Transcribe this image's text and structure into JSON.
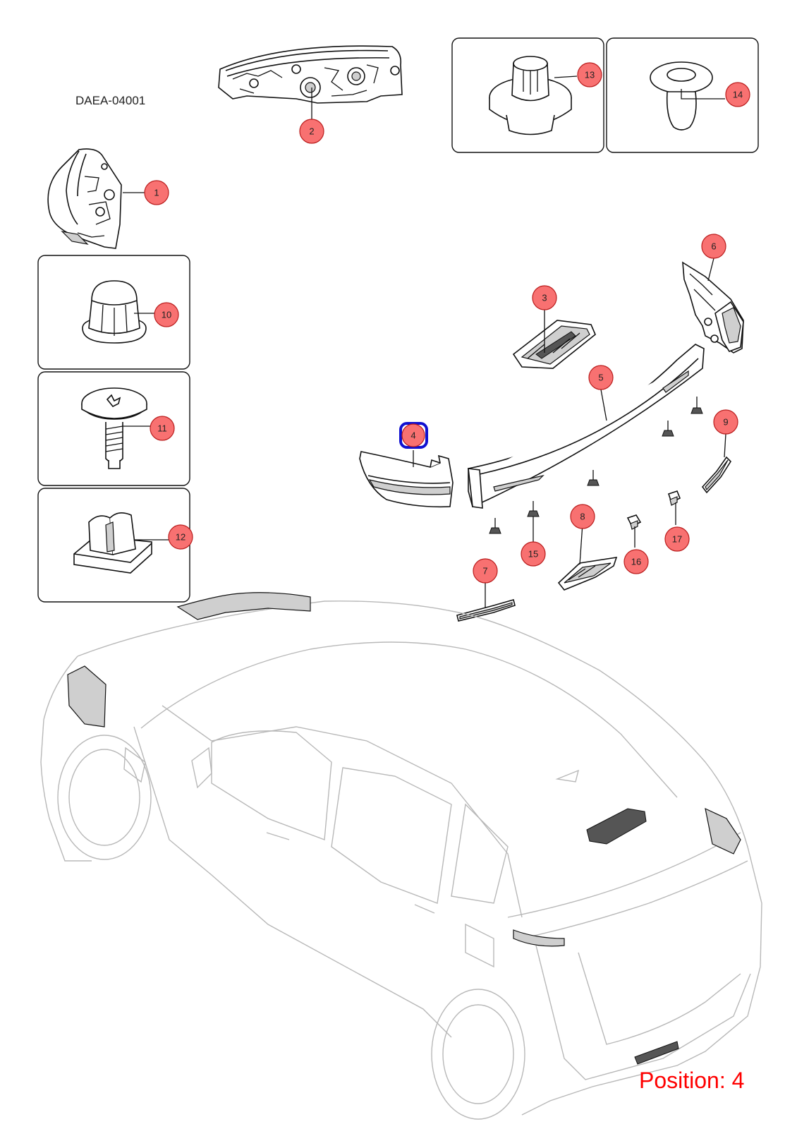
{
  "diagram_code": "DAEA-04001",
  "position_label": "Position: 4",
  "colors": {
    "callout_fill": "#f87171",
    "callout_stroke": "#b91c1c",
    "selected_highlight": "#1010d0",
    "position_text": "#ff0000",
    "car_outline": "#b8b8b8"
  },
  "selected_callout": "4",
  "callouts": [
    {
      "id": "1",
      "label": "1",
      "part": "headlamp-left"
    },
    {
      "id": "2",
      "label": "2",
      "part": "headlamp-assembly"
    },
    {
      "id": "3",
      "label": "3",
      "part": "license-lamp-upper"
    },
    {
      "id": "4",
      "label": "4",
      "part": "rear-combination-lamp-outer"
    },
    {
      "id": "5",
      "label": "5",
      "part": "rear-lamp-garnish"
    },
    {
      "id": "6",
      "label": "6",
      "part": "rear-combination-lamp-right"
    },
    {
      "id": "7",
      "label": "7",
      "part": "side-reflector-left"
    },
    {
      "id": "8",
      "label": "8",
      "part": "license-lamp-lower"
    },
    {
      "id": "9",
      "label": "9",
      "part": "side-reflector-right"
    },
    {
      "id": "10",
      "label": "10",
      "part": "cap-nut"
    },
    {
      "id": "11",
      "label": "11",
      "part": "torx-screw"
    },
    {
      "id": "12",
      "label": "12",
      "part": "clip-nut"
    },
    {
      "id": "13",
      "label": "13",
      "part": "grommet"
    },
    {
      "id": "14",
      "label": "14",
      "part": "push-clip"
    },
    {
      "id": "15",
      "label": "15",
      "part": "retainer-clip"
    },
    {
      "id": "16",
      "label": "16",
      "part": "bulb-socket"
    },
    {
      "id": "17",
      "label": "17",
      "part": "bulb-socket-right"
    }
  ]
}
